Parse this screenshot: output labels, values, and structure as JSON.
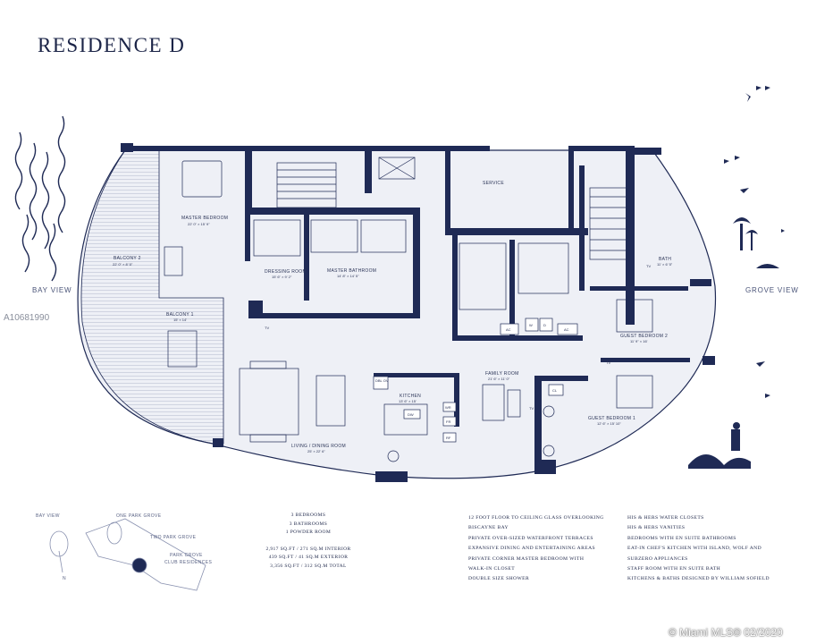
{
  "title": "RESIDENCE D",
  "views": {
    "left": "BAY VIEW",
    "right": "GROVE VIEW"
  },
  "mls_id": "A10681990",
  "rooms": {
    "master_bedroom": {
      "name": "MASTER BEDROOM",
      "dim": "22' 0\" × 15' 9\""
    },
    "balcony_2": {
      "name": "BALCONY 2",
      "dim": "22' 0\" × 8' 5\""
    },
    "balcony_1": {
      "name": "BALCONY 1",
      "dim": "15' × 14'"
    },
    "dressing_room": {
      "name": "DRESSING ROOM",
      "dim": "15' 6\" × 9' 2\""
    },
    "master_bathroom": {
      "name": "MASTER BATHROOM",
      "dim": "14' 8\" × 14' 5\""
    },
    "service": {
      "name": "SERVICE"
    },
    "bath": {
      "name": "BATH",
      "dim": "11' × 6' 5\""
    },
    "guest_bedroom_2": {
      "name": "GUEST BEDROOM 2",
      "dim": "11' 9\" × 16'"
    },
    "family_room": {
      "name": "FAMILY ROOM",
      "dim": "21' 6\" × 11' 0\""
    },
    "kitchen": {
      "name": "KITCHEN",
      "dim": "13' 6\" × 15'"
    },
    "living_dining": {
      "name": "LIVING / DINING ROOM",
      "dim": "25' × 22' 6\""
    },
    "guest_bedroom_1": {
      "name": "GUEST BEDROOM 1",
      "dim": "12' 6\" × 15' 10\""
    }
  },
  "fixtures": {
    "dbl_ov": "DBL OV",
    "dw": "DW",
    "wr": "WR",
    "fr": "FR",
    "rf": "RF",
    "ac1": "AC",
    "ac2": "AC",
    "w": "W",
    "d": "D",
    "cl": "CL",
    "tv1": "TV",
    "tv2": "TV",
    "tv3": "TV",
    "tv4": "TV"
  },
  "site_plan": {
    "bay_view": "BAY VIEW",
    "one_park_grove": "ONE PARK GROVE",
    "two_park_grove": "TWO PARK GROVE",
    "park_grove": "PARK GROVE",
    "club_residences": "CLUB RESIDENCES",
    "north": "N"
  },
  "stats": {
    "bedrooms": "3 BEDROOMS",
    "bathrooms": "3 BATHROOMS",
    "powder": "1 POWDER ROOM",
    "interior": "2,917 SQ.FT / 271 SQ.M INTERIOR",
    "exterior": "439 SQ.FT / 41 SQ.M EXTERIOR",
    "total": "3,356 SQ.FT / 312 SQ.M TOTAL"
  },
  "features_left": [
    "12 FOOT FLOOR TO CEILING GLASS OVERLOOKING\nBISCAYNE BAY",
    "PRIVATE OVER-SIZED WATERFRONT TERRACES",
    "EXPANSIVE DINING AND ENTERTAINING AREAS",
    "PRIVATE CORNER MASTER BEDROOM WITH\nWALK-IN CLOSET",
    "DOUBLE SIZE SHOWER"
  ],
  "features_right": [
    "HIS & HERS WATER CLOSETS",
    "HIS & HERS VANITIES",
    "BEDROOMS WITH EN SUITE BATHROOMS",
    "EAT-IN CHEF'S KITCHEN WITH ISLAND, WOLF AND\nSUBZERO APPLIANCES",
    "STAFF ROOM WITH EN SUITE BATH",
    "KITCHENS & BATHS DESIGNED BY WILLIAM SOFIELD"
  ],
  "watermark": "© Miami MLS® 02/2020",
  "colors": {
    "navy": "#1b2447",
    "wall": "#1f2a55",
    "floor": "#eef0f6"
  }
}
